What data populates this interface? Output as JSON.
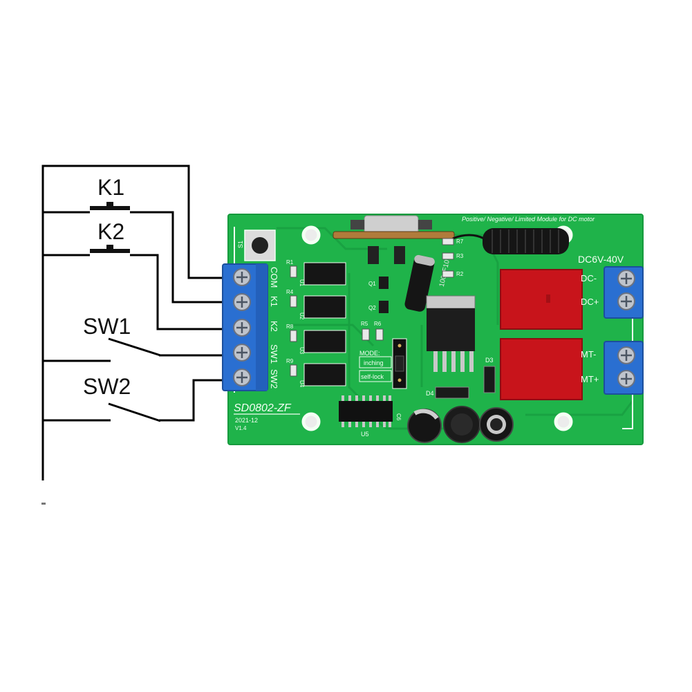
{
  "wiring": {
    "k1_label": "K1",
    "k2_label": "K2",
    "sw1_label": "SW1",
    "sw2_label": "SW2"
  },
  "board": {
    "header_text": "Positive/ Negative/ Limited  Module  for DC motor",
    "model": "SD0802-ZF",
    "date": "2021-12",
    "version": "V1.4",
    "reset_button_label": "S1",
    "input_labels": [
      "COM",
      "K1",
      "K2",
      "SW1",
      "SW2"
    ],
    "voltage_label": "DC6V-40V",
    "dc_labels": [
      "DC-",
      "DC+"
    ],
    "mt_labels": [
      "MT-",
      "MT+"
    ],
    "mode_label": "MODE:",
    "mode_options": [
      "inching",
      "self-lock"
    ],
    "resistor_labels": [
      "R1",
      "R4",
      "R8",
      "R9"
    ],
    "optocoupler_labels": [
      "U1",
      "U2",
      "U3",
      "U4"
    ],
    "small_labels": {
      "q1": "Q1",
      "q2": "Q2",
      "r5": "R5",
      "r6": "R6",
      "r7": "R7",
      "r3": "R3",
      "r2": "R2",
      "d3": "D3",
      "d4": "D4",
      "u5": "U5",
      "c6": "C6"
    },
    "capacitor_marking": "100uF10V",
    "colors": {
      "pcb": "#1fb34a",
      "terminal": "#2a6fd1",
      "silk": "#f4fff4",
      "relay": "#c8141b"
    }
  }
}
